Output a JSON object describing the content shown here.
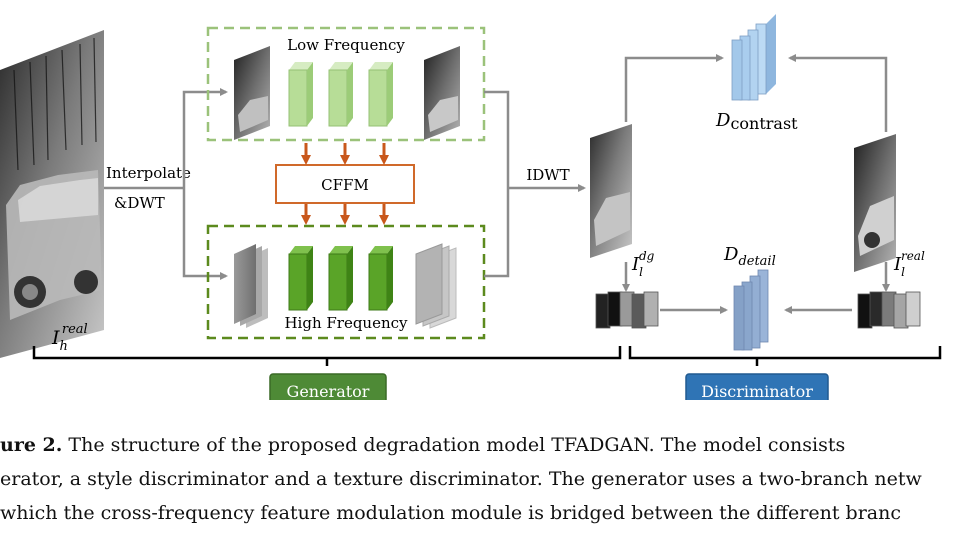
{
  "diagram": {
    "labels": {
      "low_frequency": "Low Frequency",
      "high_frequency": "High Frequency",
      "interpolate_line1": "Interpolate",
      "interpolate_line2": "&DWT",
      "cffm": "CFFM",
      "idwt": "IDWT",
      "generator": "Generator",
      "discriminator": "Discriminator"
    },
    "math": {
      "i_h_real": {
        "base": "I",
        "sub": "h",
        "sup": "real"
      },
      "i_l_dg": {
        "base": "I",
        "sub": "l",
        "sup": "dg"
      },
      "i_l_real": {
        "base": "I",
        "sub": "l",
        "sup": "real"
      },
      "d_contrast": {
        "base": "D",
        "sub": "contrast"
      },
      "d_detail": {
        "base": "D",
        "sub": "detail"
      }
    },
    "colors": {
      "low_freq_dash": "#9bc27a",
      "high_freq_dash": "#5c8a1e",
      "light_green_block": "#b7dd97",
      "dark_green_block": "#5aa428",
      "blue_block": "#a9cdee",
      "blue_block_dark": "#8aa6cc",
      "cffm_border": "#d0692a",
      "orange_arrow": "#c9581c",
      "gray_arrow": "#8c8c8c",
      "generator_fill": "#4e8a36",
      "discriminator_fill": "#2f74b5"
    }
  },
  "caption": {
    "line1_label": "ure 2.",
    "line1_text": " The structure of the proposed degradation model TFADGAN. The model consists",
    "line2_text": "erator, a style discriminator and a texture discriminator. The generator uses a two-branch netw",
    "line3_text": "which the cross-frequency feature modulation module is bridged between the different branc"
  }
}
